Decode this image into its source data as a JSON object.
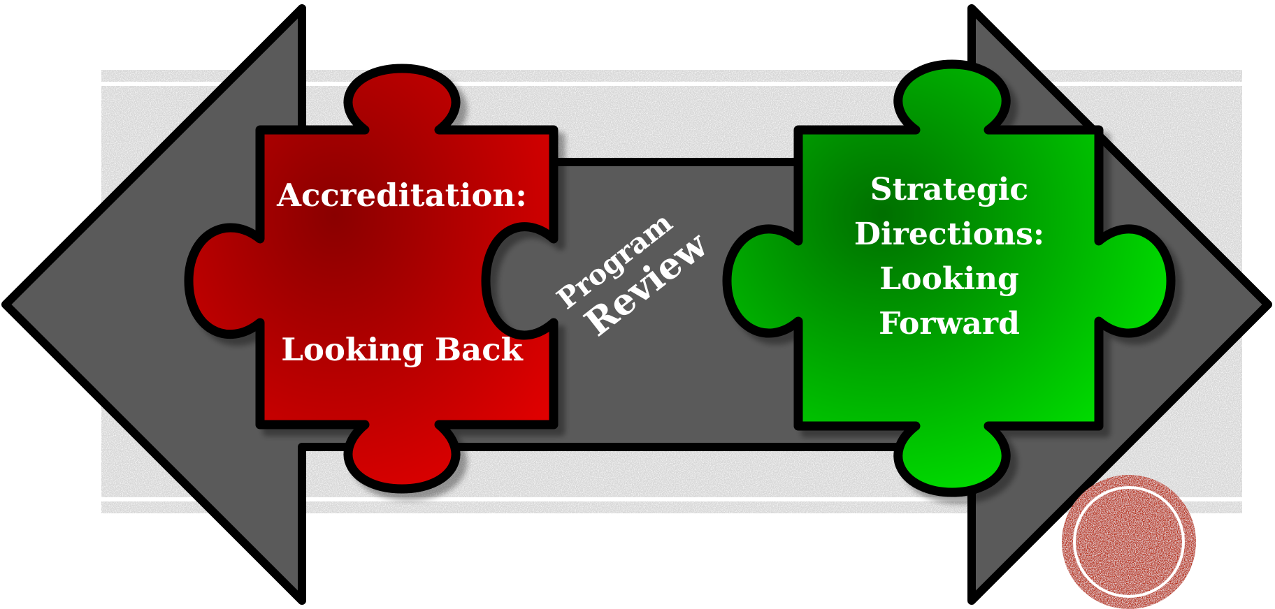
{
  "left_piece": {
    "line1": "Accreditation:",
    "line2": "Looking Back"
  },
  "center_label": {
    "line1": "Program",
    "line2": "Review"
  },
  "right_piece": {
    "line1": "Strategic",
    "line2": "Directions:",
    "line3": "Looking",
    "line4": "Forward"
  },
  "colors": {
    "arrow": "#5a5a5a",
    "left_piece": "#cc0000",
    "right_piece": "#00cc00",
    "band": "#d6d6d6",
    "corner_badge": "#b8321f"
  },
  "icons": {
    "double_arrow": "double-headed-arrow",
    "left_piece": "puzzle-piece",
    "right_piece": "puzzle-piece",
    "corner_badge": "circle-badge"
  }
}
